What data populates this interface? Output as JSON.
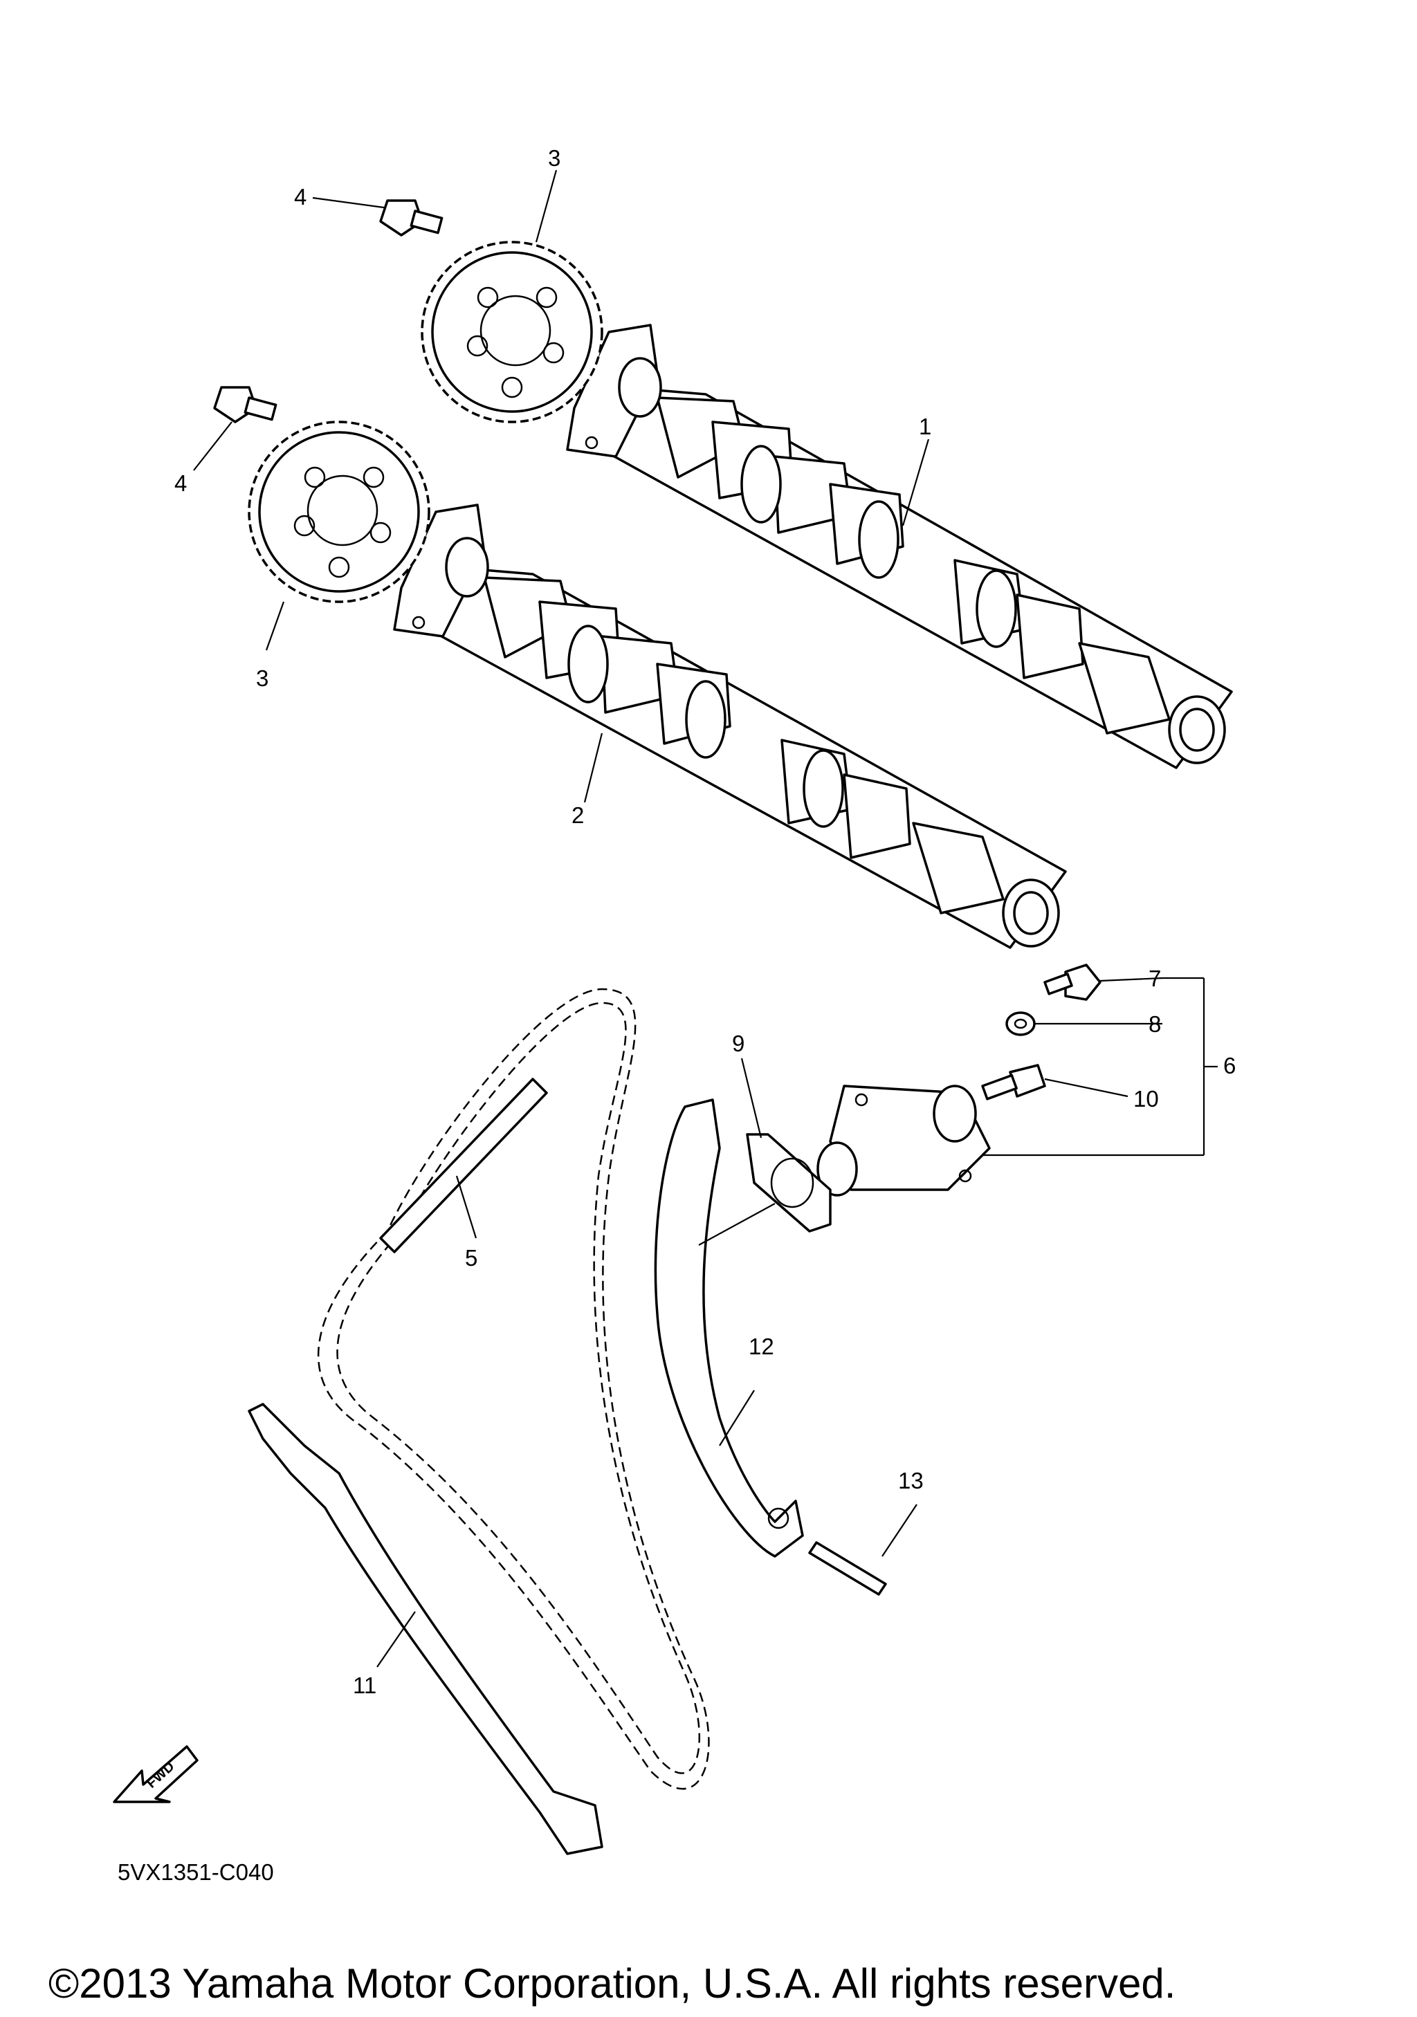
{
  "callouts": {
    "p1": "1",
    "p2": "2",
    "p3a": "3",
    "p3b": "3",
    "p4a": "4",
    "p4b": "4",
    "p5": "5",
    "p6": "6",
    "p7": "7",
    "p8": "8",
    "p9": "9",
    "p10": "10",
    "p11": "11",
    "p12": "12",
    "p13": "13"
  },
  "fwd_label": "FWD",
  "diagram_code": "5VX1351-C040",
  "copyright": "©2013 Yamaha Motor Corporation, U.S.A. All rights reserved.",
  "colors": {
    "line": "#000000",
    "background": "#ffffff"
  }
}
